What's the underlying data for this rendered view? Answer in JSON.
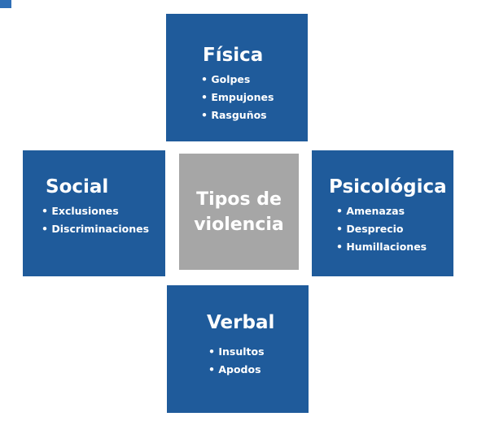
{
  "center": {
    "line1": "Tipos de",
    "line2": "violencia"
  },
  "types": {
    "fisica": {
      "title": "Física",
      "items": [
        "Golpes",
        "Empujones",
        "Rasguños"
      ]
    },
    "social": {
      "title": "Social",
      "items": [
        "Exclusiones",
        "Discriminaciones"
      ]
    },
    "psicologica": {
      "title": "Psicológica",
      "items": [
        "Amenazas",
        "Desprecio",
        "Humillaciones"
      ]
    },
    "verbal": {
      "title": "Verbal",
      "items": [
        "Insultos",
        "Apodos"
      ]
    }
  },
  "colors": {
    "box": "#1f5b9b",
    "center": "#a6a6a6",
    "text": "#ffffff"
  }
}
